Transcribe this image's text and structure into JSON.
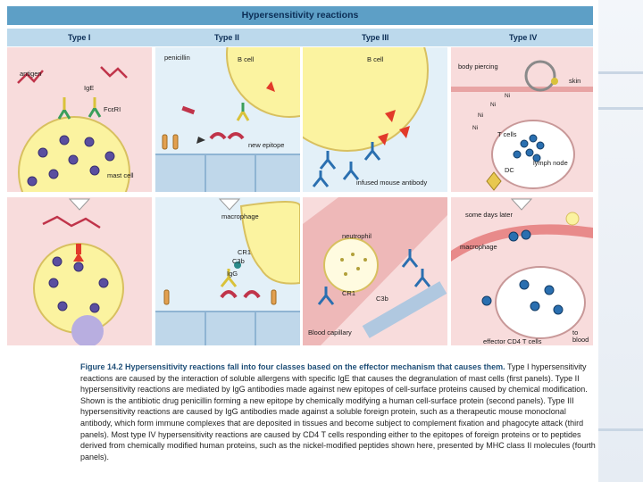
{
  "figure": {
    "title": "Hypersensitivity reactions",
    "type_headers": [
      "Type I",
      "Type II",
      "Type III",
      "Type IV"
    ],
    "panels": {
      "type1_top": {
        "labels": [
          "antigen",
          "IgE",
          "FcεRI",
          "mast cell"
        ]
      },
      "type2_top": {
        "labels": [
          "penicillin",
          "B cell",
          "new epitope"
        ]
      },
      "type3_top": {
        "labels": [
          "B cell",
          "infused mouse antibody"
        ]
      },
      "type4_top": {
        "labels": [
          "body piercing",
          "skin",
          "Ni",
          "Ni",
          "Ni",
          "Ni",
          "T cells",
          "DC",
          "lymph node"
        ]
      },
      "type2_bottom": {
        "labels": [
          "macrophage",
          "CR1",
          "C3b",
          "IgG"
        ]
      },
      "type3_bottom": {
        "labels": [
          "neutrophil",
          "CR1",
          "C3b",
          "Blood capillary"
        ]
      },
      "type4_bottom": {
        "labels": [
          "some days later",
          "macrophage",
          "effector CD4 T cells",
          "to blood"
        ]
      }
    }
  },
  "caption": {
    "lead": "Figure 14.2 Hypersensitivity reactions fall into four classes based on the effector mechanism that causes them.",
    "body": "Type I hypersensitivity reactions are caused by the interaction of soluble allergens with specific IgE that causes the degranulation of mast cells (first panels). Type II hypersensitivity reactions are mediated by IgG antibodies made against new epitopes of cell-surface proteins caused by chemical modification. Shown is the antibiotic drug penicillin forming a new epitope by chemically modifying a human cell-surface protein (second panels). Type III hypersensitivity reactions are caused by IgG antibodies made against a soluble foreign protein, such as a therapeutic mouse monoclonal antibody, which form immune complexes that are deposited in tissues and become subject to complement fixation and phagocyte attack (third panels). Most type IV hypersensitivity reactions are caused by CD4 T cells responding either to the epitopes of foreign proteins or to peptides derived from chemically modified human proteins, such as the nickel-modified peptides shown here, presented by MHC class II molecules (fourth panels)."
  },
  "colors": {
    "title_bar": "#5d9fc6",
    "type_bar": "#bcd9ec",
    "panel_blue": "#e3f0f8",
    "panel_pink": "#f8dcdc",
    "cell_yellow": "#fbf3a0",
    "tissue_cell": "#bfd7ea",
    "caption_heading": "#1f5a8c"
  }
}
